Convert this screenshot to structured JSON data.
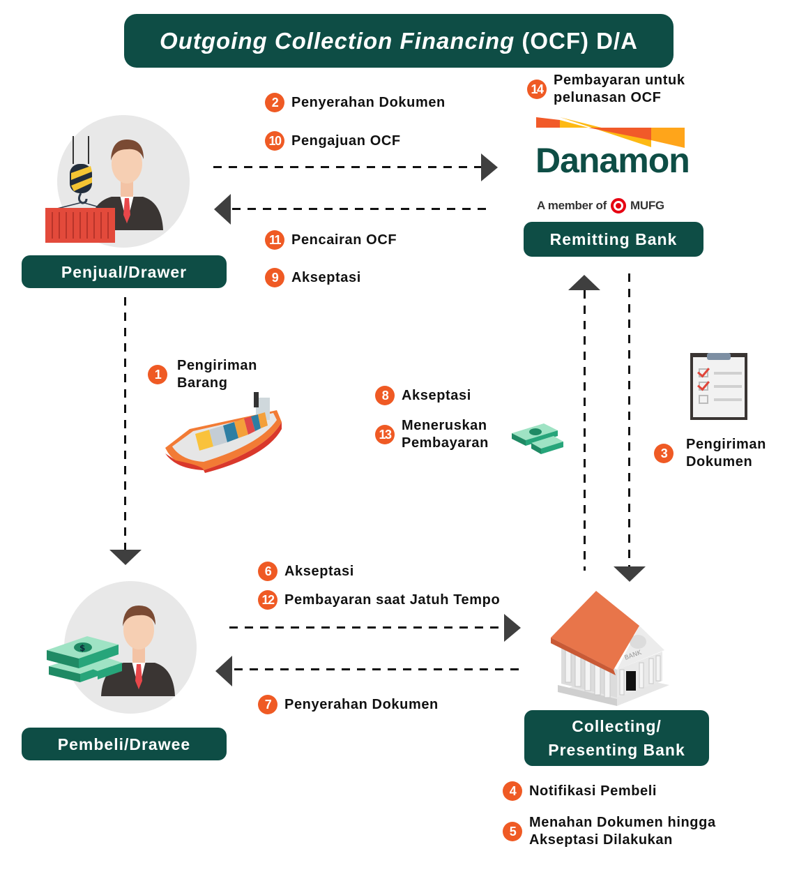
{
  "title": {
    "italic": "Outgoing Collection Financing",
    "normal": "(OCF) D/A"
  },
  "colors": {
    "primary": "#0e4d45",
    "badge": "#ef5a24",
    "arrow": "#3f3f3f",
    "circle": "#e8e8e8"
  },
  "parties": {
    "seller": "Penjual/Drawer",
    "buyer": "Pembeli/Drawee",
    "remitting_bank": "Remitting Bank",
    "collecting_bank_line1": "Collecting/",
    "collecting_bank_line2": "Presenting Bank"
  },
  "logo": {
    "name": "Danamon",
    "member_text": "A member of",
    "group": "MUFG"
  },
  "steps": {
    "s1": {
      "num": "1",
      "line1": "Pengiriman",
      "line2": "Barang"
    },
    "s2": {
      "num": "2",
      "text": "Penyerahan Dokumen"
    },
    "s3": {
      "num": "3",
      "line1": "Pengiriman",
      "line2": "Dokumen"
    },
    "s4": {
      "num": "4",
      "text": "Notifikasi Pembeli"
    },
    "s5": {
      "num": "5",
      "line1": "Menahan Dokumen hingga",
      "line2": "Akseptasi Dilakukan"
    },
    "s6": {
      "num": "6",
      "text": "Akseptasi"
    },
    "s7": {
      "num": "7",
      "text": "Penyerahan Dokumen"
    },
    "s8": {
      "num": "8",
      "text": "Akseptasi"
    },
    "s9": {
      "num": "9",
      "text": "Akseptasi"
    },
    "s10": {
      "num": "10",
      "text": "Pengajuan OCF"
    },
    "s11": {
      "num": "11",
      "text": "Pencairan OCF"
    },
    "s12": {
      "num": "12",
      "text": "Pembayaran saat Jatuh Tempo"
    },
    "s13": {
      "num": "13",
      "line1": "Meneruskan",
      "line2": "Pembayaran"
    },
    "s14": {
      "num": "14",
      "line1": "Pembayaran untuk",
      "line2": "pelunasan OCF"
    }
  },
  "icons": {
    "seller": "businessman-with-container-icon",
    "buyer": "businessman-with-money-icon",
    "ship": "cargo-ship-icon",
    "money": "cash-stack-icon",
    "clipboard": "checklist-clipboard-icon",
    "bank": "bank-building-icon"
  },
  "bank_sign": "BANK"
}
